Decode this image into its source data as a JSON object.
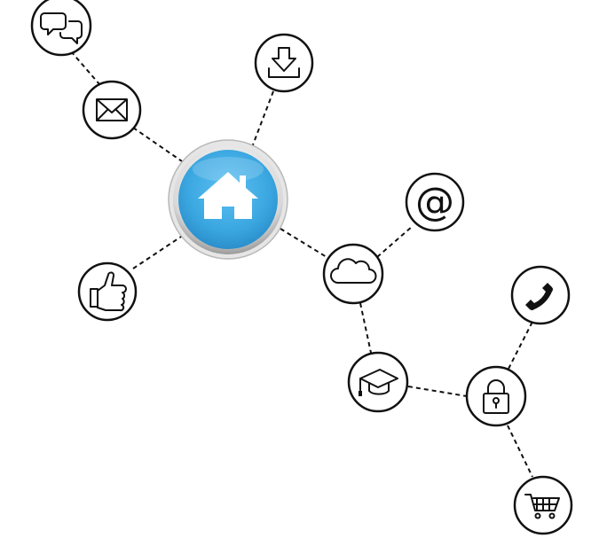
{
  "hub": {
    "icon": "home-icon",
    "color": "#3aa6e0",
    "rim_color": "#c9c9c9"
  },
  "nodes": [
    {
      "id": "chat",
      "icon": "speech-bubbles-icon"
    },
    {
      "id": "mail",
      "icon": "envelope-icon"
    },
    {
      "id": "download",
      "icon": "download-icon"
    },
    {
      "id": "like",
      "icon": "thumbs-up-icon"
    },
    {
      "id": "cloud",
      "icon": "cloud-icon"
    },
    {
      "id": "email",
      "icon": "at-sign-icon",
      "text": "@"
    },
    {
      "id": "education",
      "icon": "graduation-cap-icon"
    },
    {
      "id": "lock",
      "icon": "padlock-icon"
    },
    {
      "id": "phone",
      "icon": "phone-handset-icon"
    },
    {
      "id": "cart",
      "icon": "shopping-cart-icon"
    }
  ],
  "connections": [
    [
      "chat",
      "mail"
    ],
    [
      "mail",
      "hub"
    ],
    [
      "download",
      "hub"
    ],
    [
      "like",
      "hub"
    ],
    [
      "hub",
      "cloud"
    ],
    [
      "cloud",
      "email"
    ],
    [
      "cloud",
      "education"
    ],
    [
      "education",
      "lock"
    ],
    [
      "lock",
      "phone"
    ],
    [
      "lock",
      "cart"
    ]
  ],
  "edge_style": "dashed",
  "line_color": "#111111"
}
